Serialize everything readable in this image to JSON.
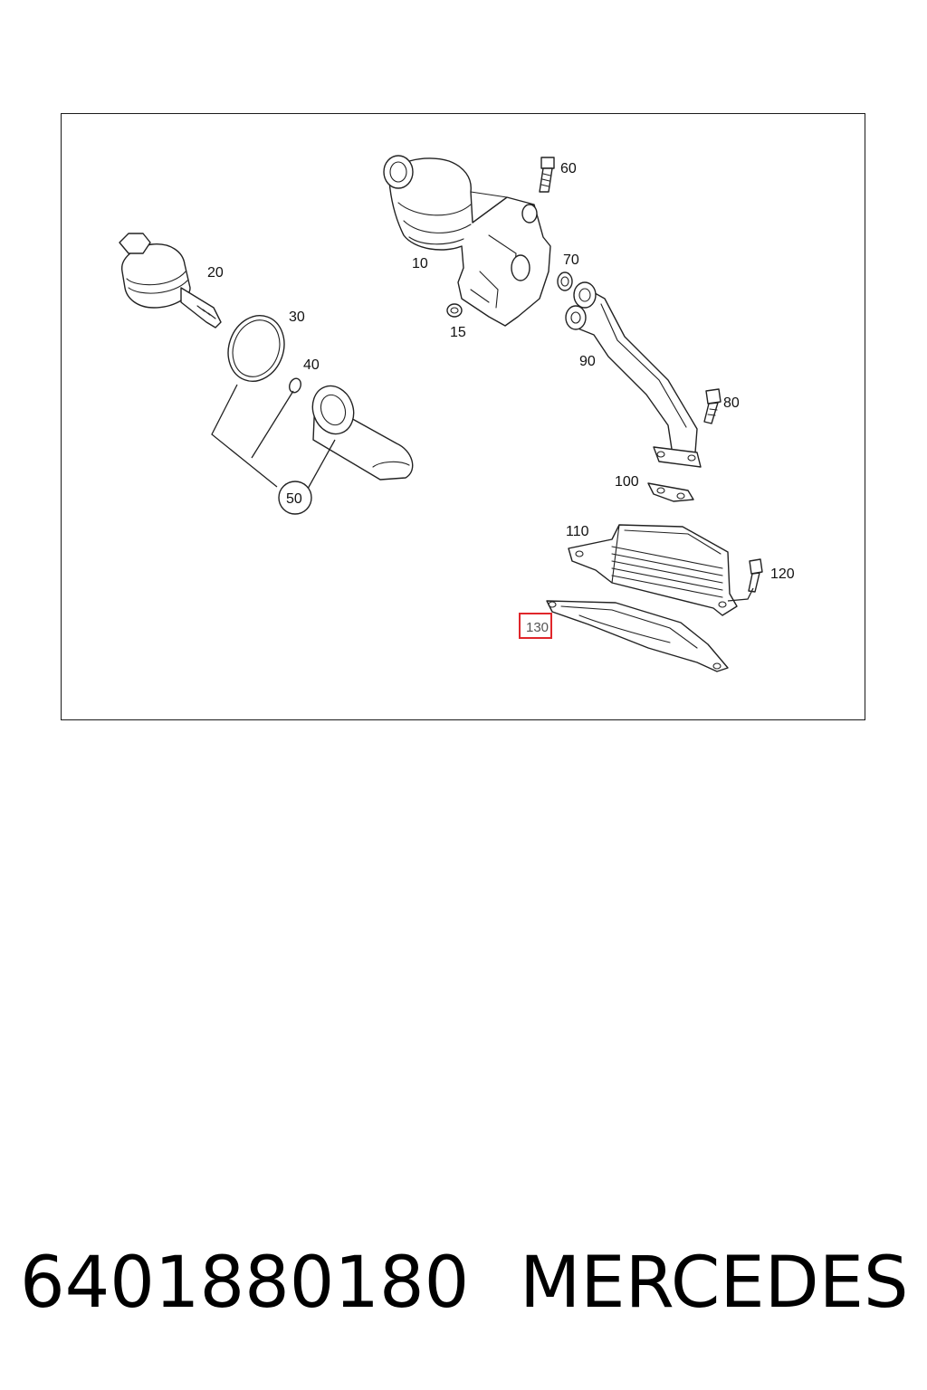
{
  "diagram": {
    "callouts": {
      "c10": "10",
      "c15": "15",
      "c20": "20",
      "c30": "30",
      "c40": "40",
      "c50": "50",
      "c60": "60",
      "c70": "70",
      "c80": "80",
      "c90": "90",
      "c100": "100",
      "c110": "110",
      "c120": "120",
      "c130": "130"
    },
    "highlighted_callout": "130",
    "highlight_color": "#e0262b"
  },
  "caption": {
    "part_number": "6401880180",
    "brand": "MERCEDES"
  }
}
